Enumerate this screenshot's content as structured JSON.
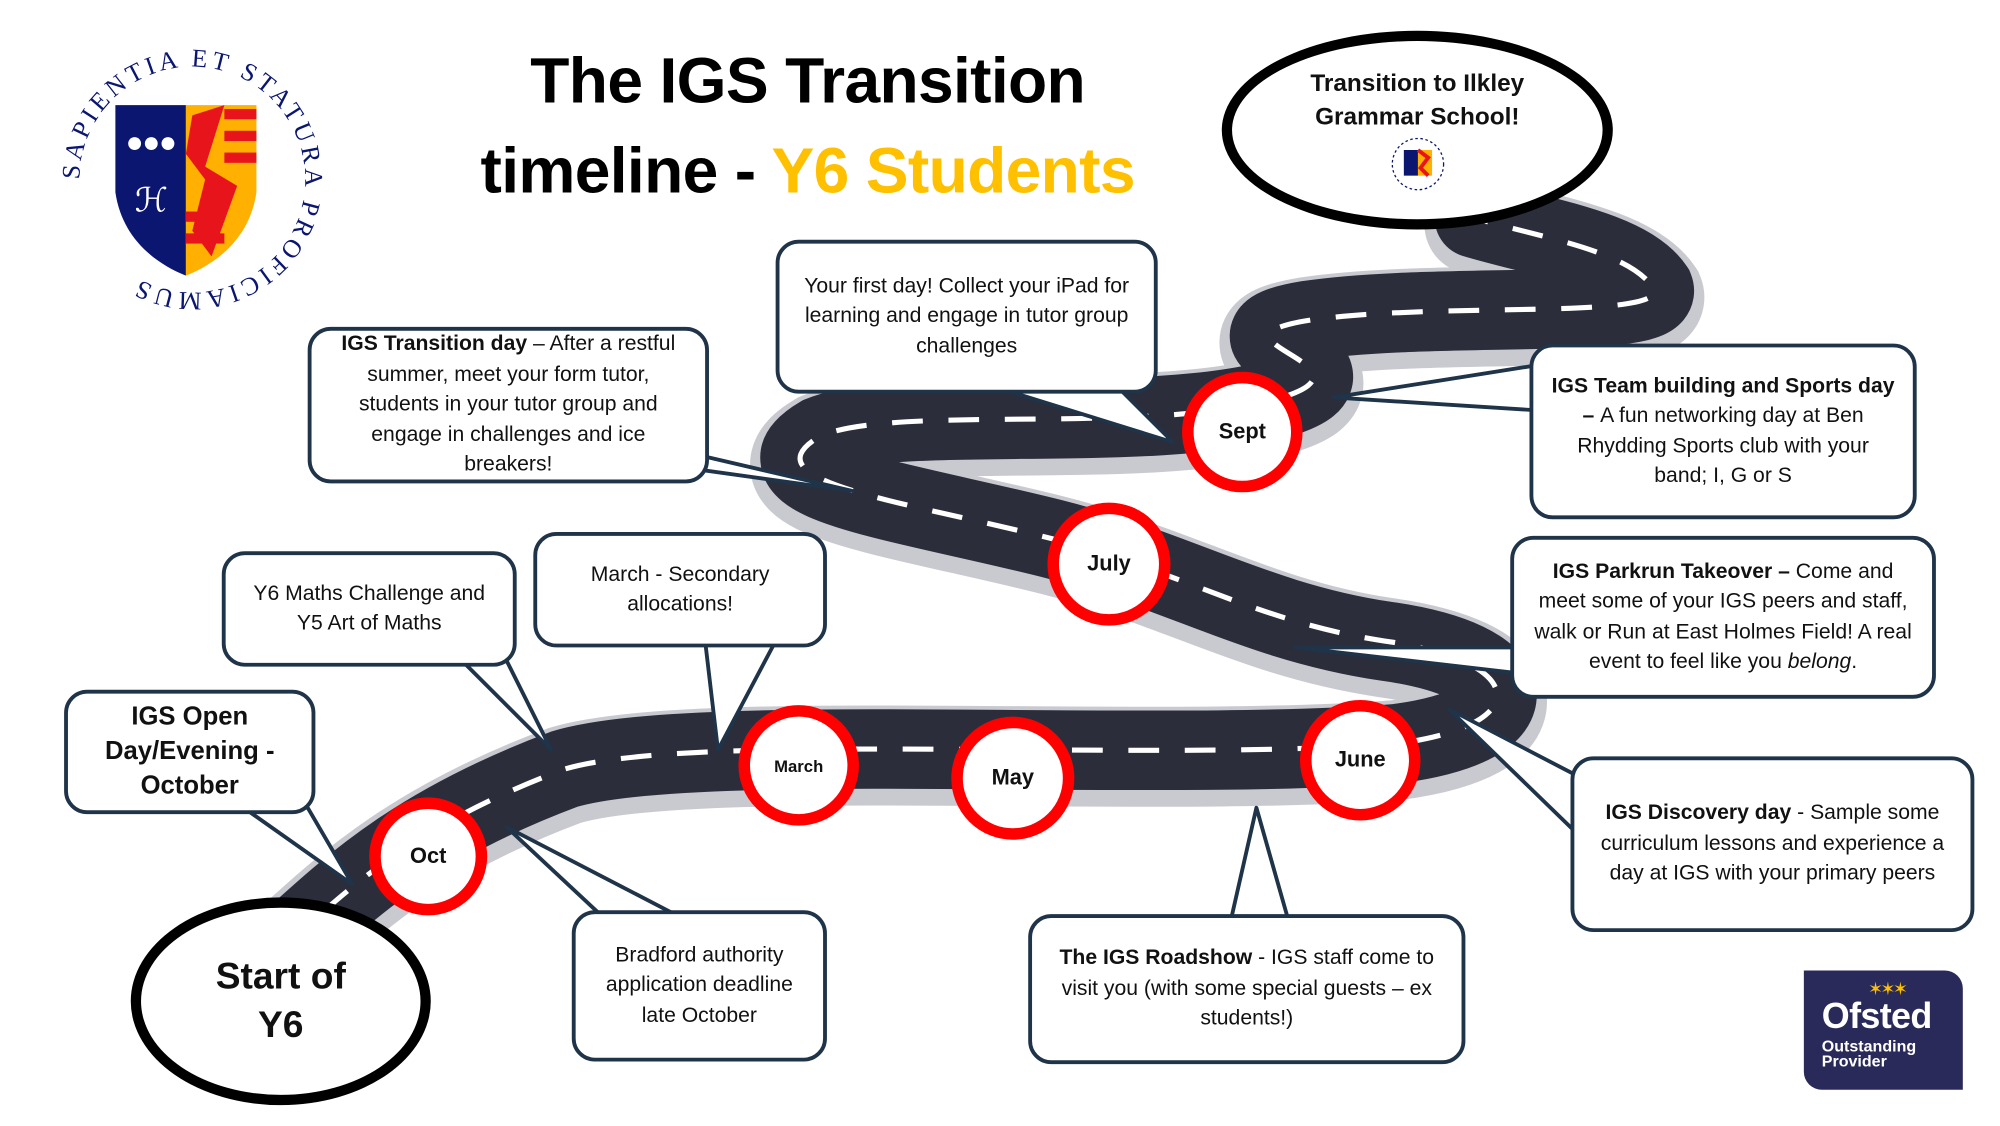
{
  "title": {
    "line1": "The IGS Transition",
    "line2_prefix": "timeline - ",
    "line2_highlight": "Y6 Students"
  },
  "logo": {
    "motto": "SAPIENTIA ET STATURA PROFICIAMUS"
  },
  "start": {
    "line1": "Start of",
    "line2": "Y6"
  },
  "finish": {
    "line1": "Transition to Ilkley",
    "line2": "Grammar School!"
  },
  "milestones": [
    "Oct",
    "March",
    "May",
    "June",
    "July",
    "Sept"
  ],
  "events": {
    "open_day": {
      "bold": "IGS Open Day/Evening - October"
    },
    "maths": {
      "text": "Y6 Maths Challenge and Y5 Art of Maths"
    },
    "bradford": {
      "text": "Bradford authority application deadline late October"
    },
    "march": {
      "text": "March - Secondary allocations!"
    },
    "roadshow": {
      "bold": "The IGS Roadshow",
      "text": " -  IGS staff come to visit you (with some special guests – ex students!)"
    },
    "discovery": {
      "bold": "IGS Discovery day",
      "text": " -  Sample some curriculum lessons and experience a day at IGS with your primary peers"
    },
    "parkrun": {
      "bold": "IGS Parkrun Takeover – ",
      "text": "Come and meet some of your IGS peers and staff, walk or Run at East Holmes Field! A real event to feel like you ",
      "italic": "belong",
      "end": "."
    },
    "transition_day": {
      "bold": "IGS Transition day",
      "text": " – After a restful summer, meet your form tutor, students in your tutor group and engage in challenges and ice breakers!"
    },
    "first_day": {
      "text": "Your first day! Collect your iPad for learning and engage in tutor group challenges"
    },
    "team_building": {
      "bold": "IGS Team building and Sports day – ",
      "text": "A fun networking day at Ben Rhydding Sports club with your band; I, G or S"
    }
  },
  "ofsted": {
    "name": "Ofsted",
    "line1": "Outstanding",
    "line2": "Provider"
  },
  "colors": {
    "road": "#2b2d3a",
    "milestone_ring": "#ff0000",
    "highlight": "#ffc000",
    "box_border": "#1f3349",
    "ofsted_bg": "#2a2a5a"
  }
}
